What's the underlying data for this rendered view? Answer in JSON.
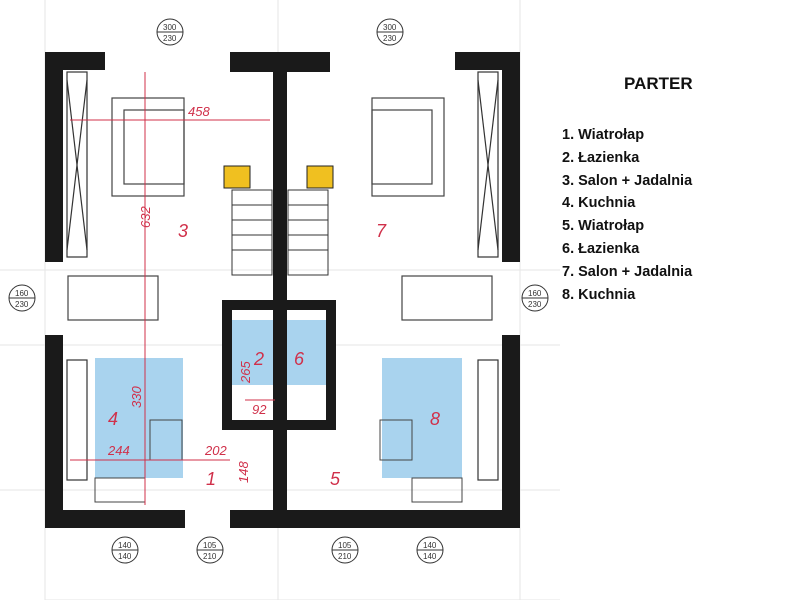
{
  "legend": {
    "title": "PARTER",
    "items": [
      "1. Wiatrołap",
      "2. Łazienka",
      "3. Salon + Jadalnia",
      "4. Kuchnia",
      "5. Wiatrołap",
      "6. Łazienka",
      "7. Salon + Jadalnia",
      "8. Kuchnia"
    ]
  },
  "rooms": {
    "r1": "1",
    "r2": "2",
    "r3": "3",
    "r4": "4",
    "r5": "5",
    "r6": "6",
    "r7": "7",
    "r8": "8"
  },
  "dimensions": {
    "d458": "458",
    "d632": "632",
    "d330": "330",
    "d244": "244",
    "d202": "202",
    "d148": "148",
    "d265": "265",
    "d92": "92"
  },
  "window_tags": {
    "top_left": [
      "300",
      "230"
    ],
    "top_right": [
      "300",
      "230"
    ],
    "mid_left": [
      "160",
      "230"
    ],
    "mid_right": [
      "160",
      "230"
    ],
    "bot_1": [
      "140",
      "140"
    ],
    "bot_2": [
      "105",
      "210"
    ],
    "bot_3": [
      "105",
      "210"
    ],
    "bot_4": [
      "140",
      "140"
    ]
  },
  "colors": {
    "wall": "#1a1a1a",
    "kitchen_fill": "#a9d3ee",
    "bath_fill": "#a9d3ee",
    "dimension": "#d0304a",
    "fireplace": "#f0c020"
  }
}
